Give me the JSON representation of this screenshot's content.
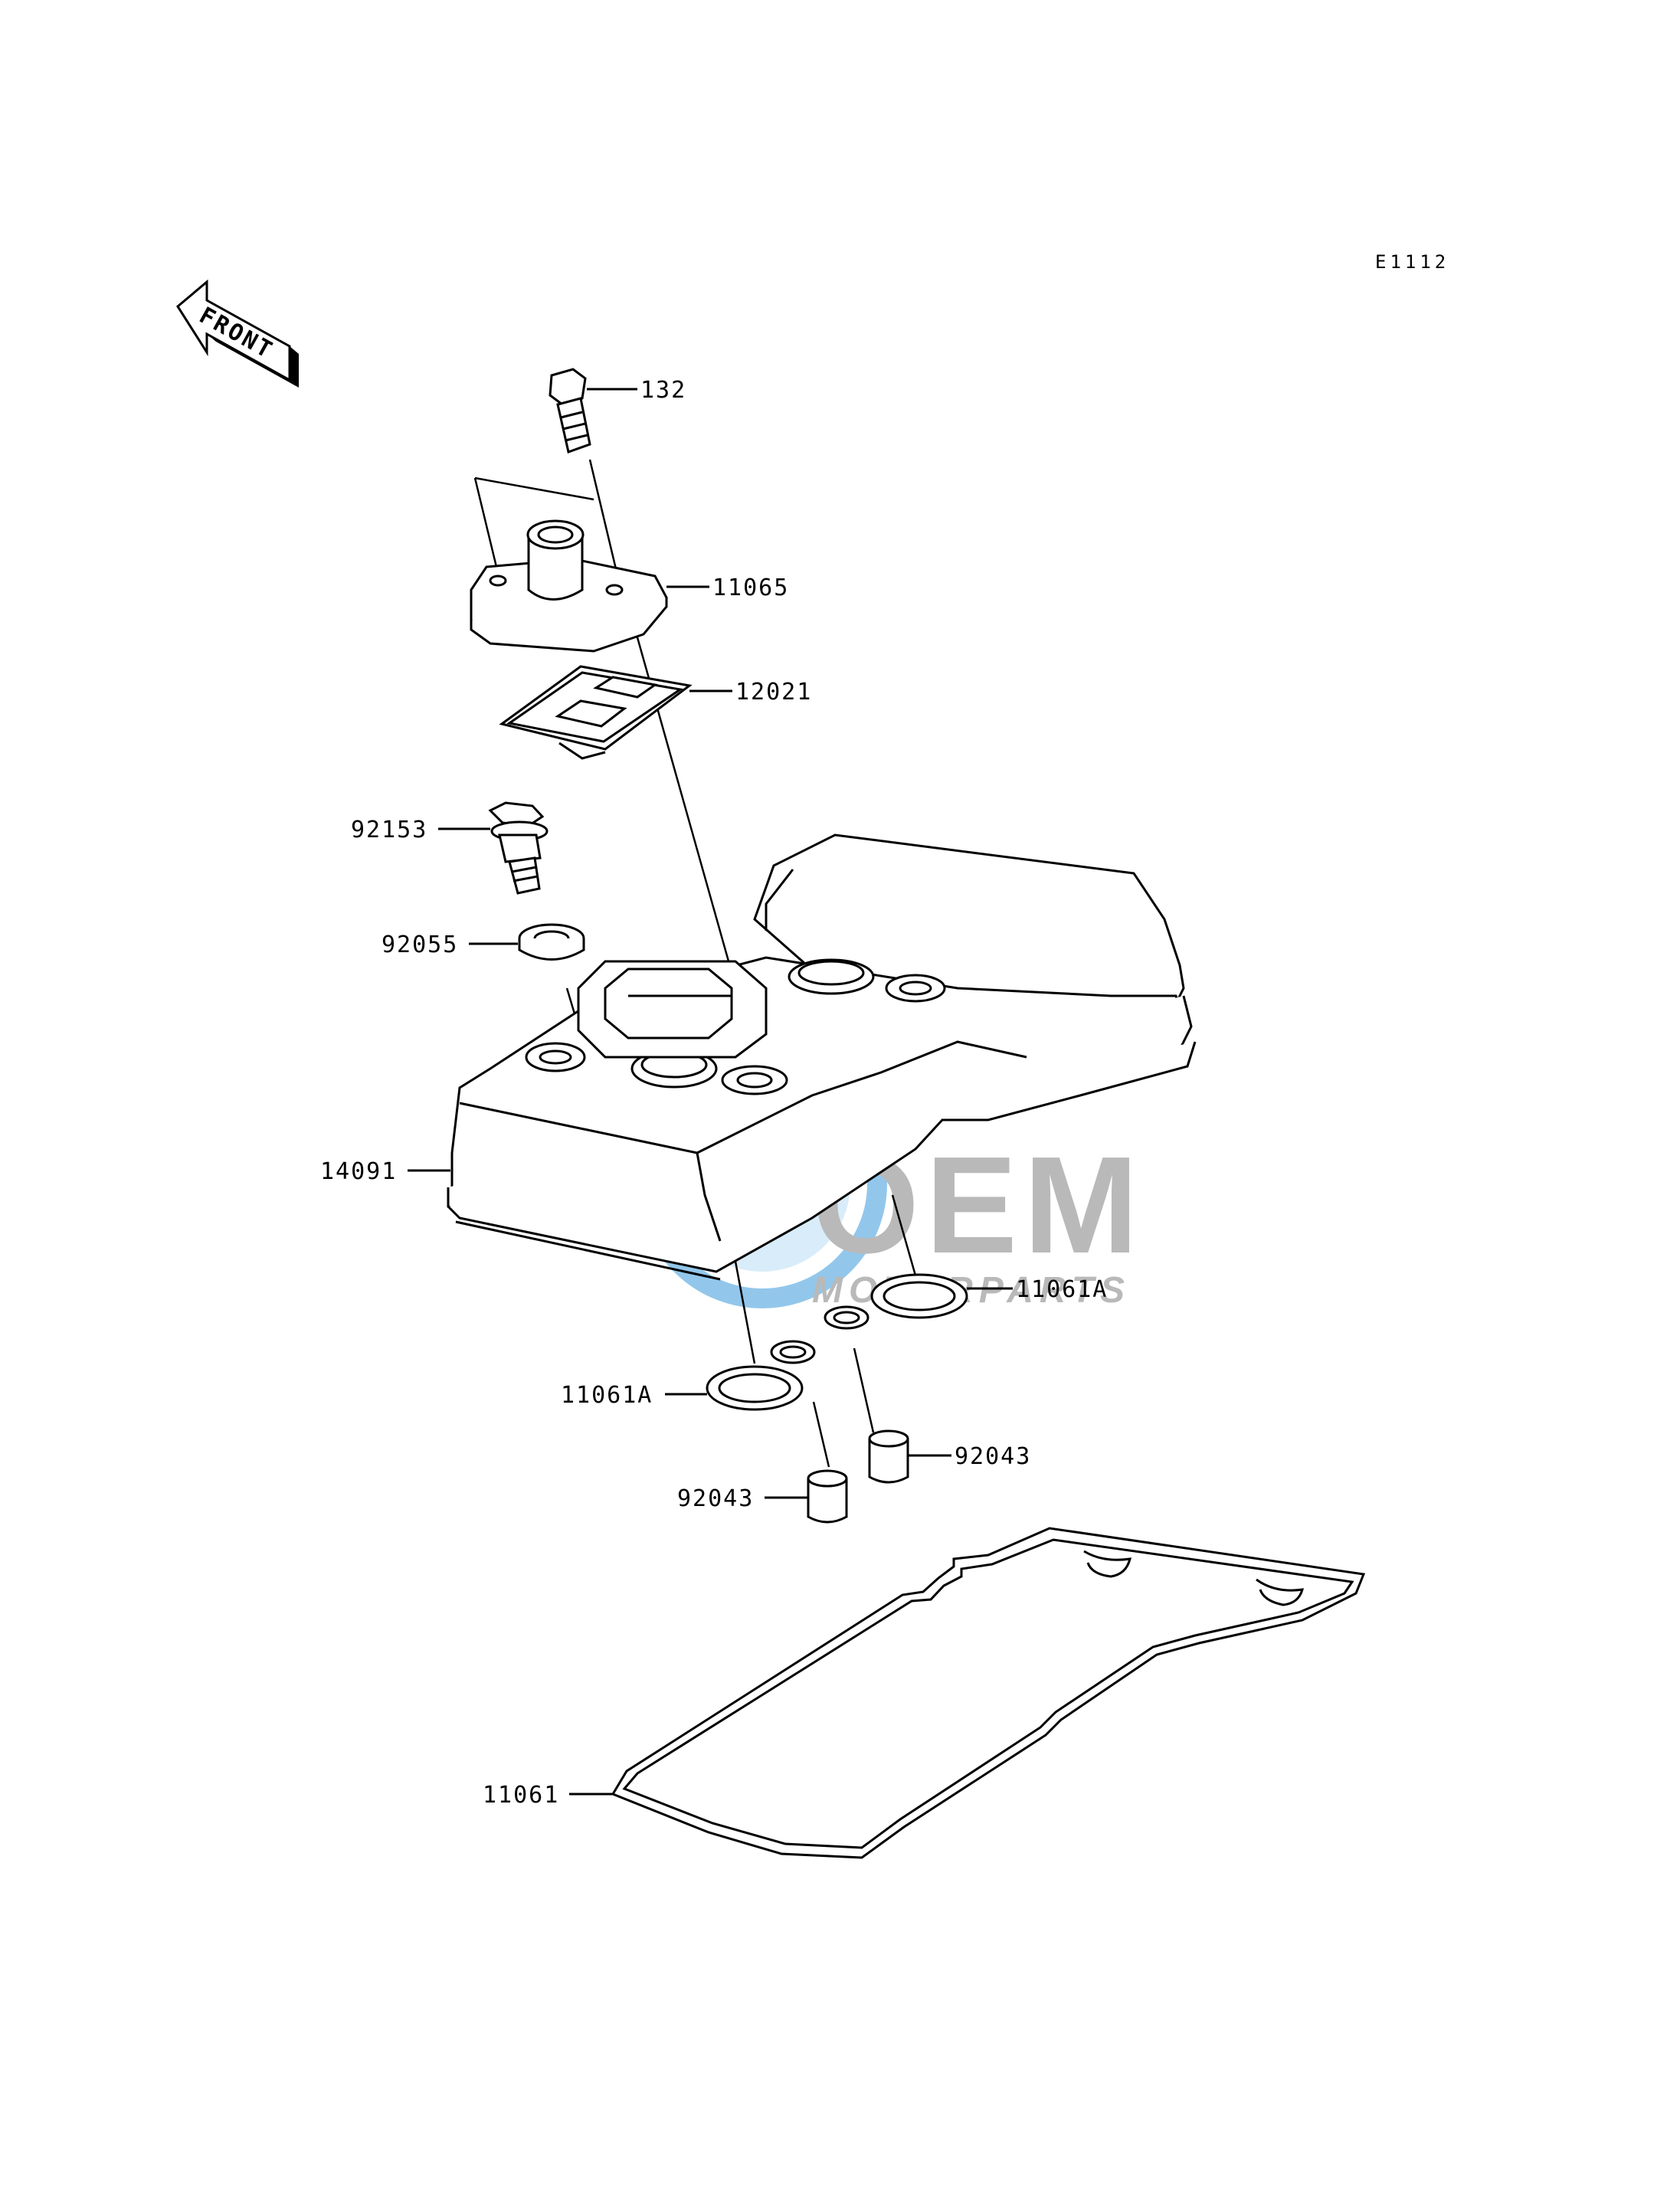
{
  "diagram_code": "E1112",
  "front_indicator": {
    "text": "FRONT",
    "icon": "front-arrow-icon"
  },
  "parts": [
    {
      "id": "p132",
      "number": "132"
    },
    {
      "id": "p11065",
      "number": "11065"
    },
    {
      "id": "p12021",
      "number": "12021"
    },
    {
      "id": "p92153",
      "number": "92153"
    },
    {
      "id": "p92055",
      "number": "92055"
    },
    {
      "id": "p14091",
      "number": "14091"
    },
    {
      "id": "p11061A_right",
      "number": "11061A"
    },
    {
      "id": "p11061A_left",
      "number": "11061A"
    },
    {
      "id": "p92043_right",
      "number": "92043"
    },
    {
      "id": "p92043_left",
      "number": "92043"
    },
    {
      "id": "p11061",
      "number": "11061"
    }
  ],
  "watermark": {
    "brand": "OEM",
    "sub": "MOTORPARTS"
  },
  "colors": {
    "line": "#000000",
    "watermark_blue": "#4aa3df",
    "watermark_grey": "#8c8c8c"
  }
}
